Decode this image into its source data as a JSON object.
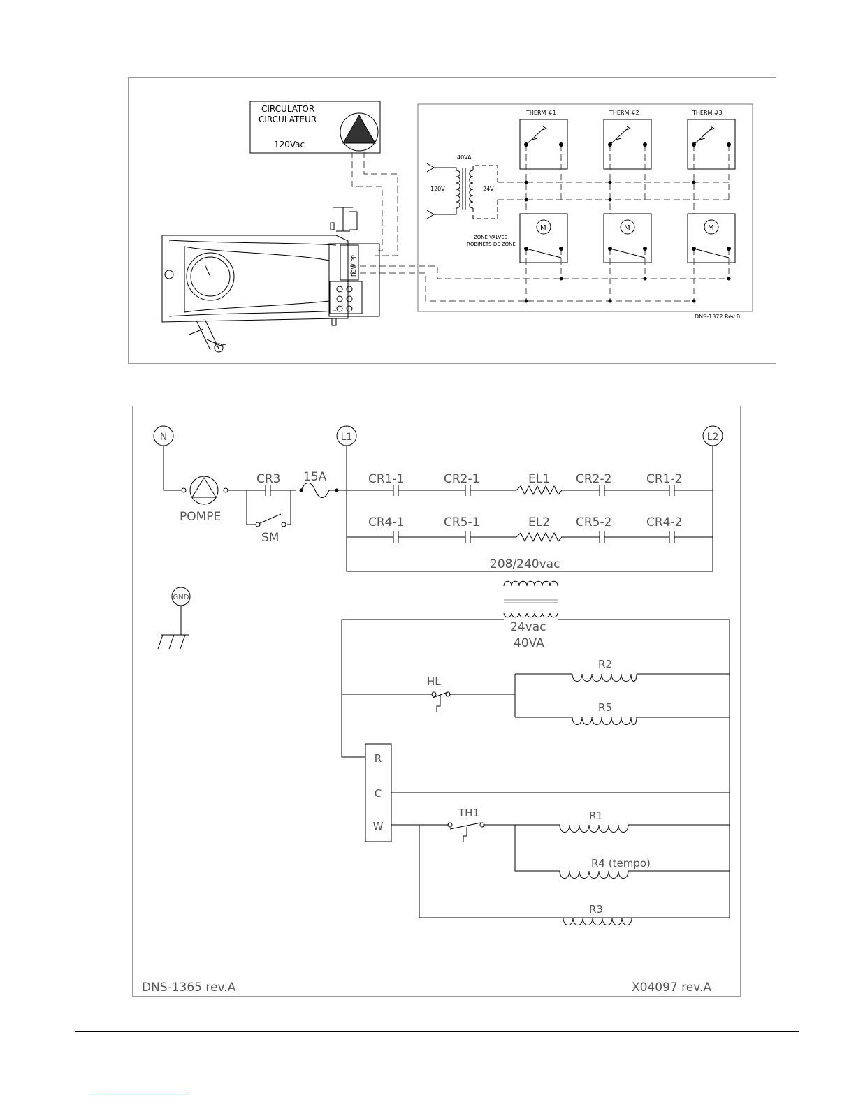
{
  "wiring_diagram": {
    "circulator": {
      "label_en": "CIRCULATOR",
      "label_fr": "CIRCULATEUR",
      "voltage": "120Vac"
    },
    "transformer": {
      "rating": "40VA",
      "primary": "120V",
      "secondary": "24V"
    },
    "thermostats": [
      "THERM  #1",
      "THERM  #2",
      "THERM  #3"
    ],
    "zone_valves_en": "ZONE VALVES",
    "zone_valves_fr": "ROBINETS DE ZONE",
    "motor_symbol": "M",
    "terminal_labels": "RCW PP",
    "drawing_no": "DNS-1372  Rev.B"
  },
  "ladder_diagram": {
    "nodes": {
      "neutral": "N",
      "line1": "L1",
      "line2": "L2",
      "ground": "GND"
    },
    "pump": "POMPE",
    "cr3": "CR3",
    "sm": "SM",
    "fuse": "15A",
    "row1": [
      "CR1-1",
      "CR2-1",
      "EL1",
      "CR2-2",
      "CR1-2"
    ],
    "row2": [
      "CR4-1",
      "CR5-1",
      "EL2",
      "CR5-2",
      "CR4-2"
    ],
    "primary_voltage": "208/240vac",
    "secondary_voltage": "24vac",
    "secondary_rating": "40VA",
    "hl": "HL",
    "r2": "R2",
    "r5": "R5",
    "terminals": [
      "R",
      "C",
      "W"
    ],
    "th1": "TH1",
    "r1": "R1",
    "r4": "R4  (tempo)",
    "r3": "R3",
    "drawing_left": "DNS-1365  rev.A",
    "drawing_right": "X04097  rev.A"
  }
}
